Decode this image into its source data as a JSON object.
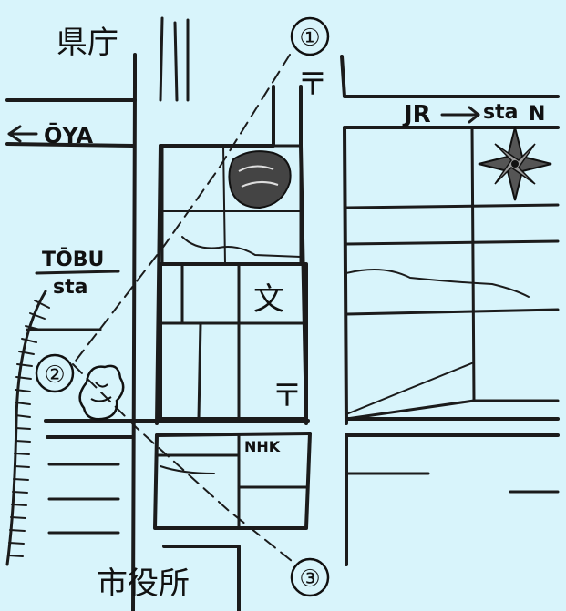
{
  "labels": {
    "prefectural_office": "県庁",
    "city_hall": "市役所",
    "oya": "ŌYA",
    "tobu_station_line1": "TŌBU",
    "tobu_station_line2": "sta",
    "jr_station": "JR",
    "jr_station_suffix": "sta",
    "north": "N",
    "nhk": "NHK",
    "school_symbol": "文",
    "post_office_symbol_1": "〒",
    "post_office_symbol_2": "〒"
  },
  "markers": [
    "①",
    "②",
    "③"
  ],
  "icons": {
    "compass": "compass-rose-icon",
    "school": "school-icon",
    "post_office": "post-office-icon",
    "shrine": "shrine-icon",
    "tree": "tree-icon"
  },
  "colors": {
    "background": "#d8f4fb",
    "ink": "#1b1b1b"
  }
}
